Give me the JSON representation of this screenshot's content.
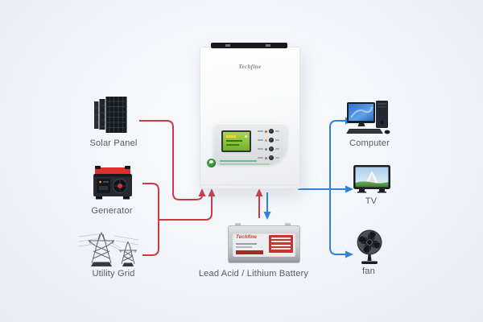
{
  "colors": {
    "source_line": "#cd3a45",
    "load_line": "#2f82d8",
    "label_text": "#525c69",
    "accent_red": "#d6342c",
    "lcd_green": "#84bf3e",
    "background_edge": "#e7ebf2"
  },
  "sources": [
    {
      "label": "Solar Panel",
      "icon": "solar-panel-icon"
    },
    {
      "label": "Generator",
      "icon": "generator-icon"
    },
    {
      "label": "Utility Grid",
      "icon": "utility-grid-icon"
    }
  ],
  "inverter": {
    "brand": "Techfine",
    "icon": "inverter-unit"
  },
  "battery": {
    "brand": "Techfine",
    "label": "Lead Acid / Lithium Battery",
    "icon": "battery-icon"
  },
  "loads": [
    {
      "label": "Computer",
      "icon": "computer-icon"
    },
    {
      "label": "TV",
      "icon": "tv-icon"
    },
    {
      "label": "fan",
      "icon": "fan-icon"
    }
  ]
}
